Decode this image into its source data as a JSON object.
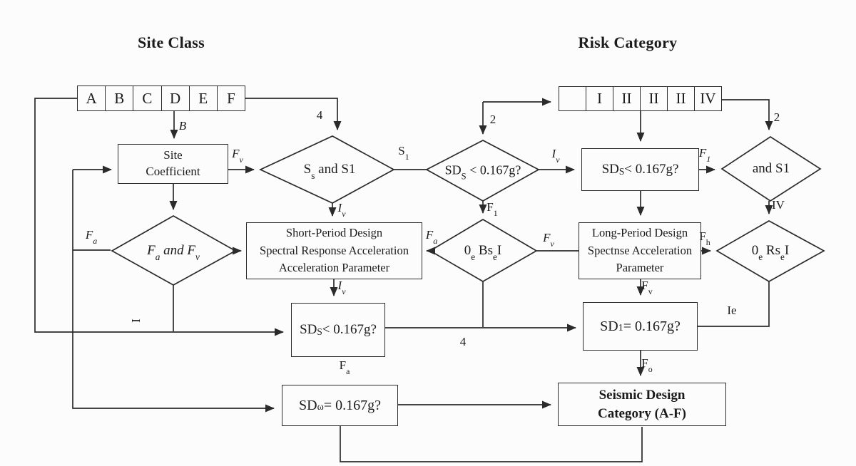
{
  "titles": {
    "site_class": "Site Class",
    "risk_category": "Risk Category"
  },
  "strips": {
    "site_class_cells": [
      "A",
      "B",
      "C",
      "D",
      "E",
      "F"
    ],
    "risk_category_cells": [
      "",
      "I",
      "II",
      "II",
      "II",
      "IV"
    ]
  },
  "nodes": {
    "site_coefficient": "Site\nCoefficient",
    "ss_and_s1_diamond": "S_{s} and S1",
    "fa_and_fv_diamond": "F_{a} and F_{v}",
    "short_period_box": "Short-Period Design\nSpectral Response Acceleration\nAcceleration Parameter",
    "sds_mid_diamond": "SD_{S} < 0.167g?",
    "sds_right_box": "SD_{S} < 0.167g?",
    "and_s1_diamond": "and S1",
    "bse_diamond": "0_{e} Bs_{e}I",
    "long_period_box": "Long-Period Design\nSpectnse Acceleration\nParameter",
    "rse_diamond": "0_{e} Rs_{e}I",
    "sds_bottom_box": "SD_{S} < 0.167g?",
    "sd1_box": "SD_{1} = 0.167g?",
    "sdw_box": "SD_{ω} = 0.167g?",
    "seismic_category_box": "Seismic Design\nCategory (A-F)"
  },
  "edge_labels": {
    "b": "B",
    "four_top": "4",
    "fv_site": "F_{v}",
    "s1": "S_{1}",
    "iv_ss": "I_{v}",
    "two_mid": "2",
    "iv_mid": "I_{v}",
    "f1_right": "F_{1}",
    "two_right": "2",
    "fa_left": "F_{a}",
    "f1_mid": "F_{1}",
    "fa_bse": "F_{a}",
    "fv_bse": "F_{v}",
    "iv_short": "I_{v}",
    "iv_roman": "IV",
    "fh": "F_{h}",
    "fv_long": "F_{v}",
    "ie": "Ie",
    "four_mid": "4",
    "fa_sds": "F_{a}",
    "fo": "F_{o}",
    "i_rotated": "I"
  },
  "colors": {
    "line": "#2b2b2b",
    "background": "#fcfcfc",
    "text": "#1b1b1b"
  }
}
